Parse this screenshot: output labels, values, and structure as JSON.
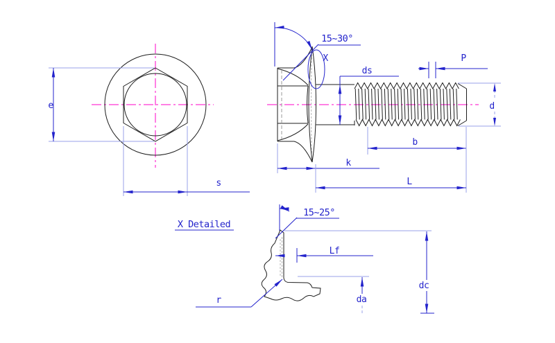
{
  "drawing": {
    "kind": "engineering-drawing",
    "subject": "hex-flange-bolt",
    "views": [
      "front-view",
      "side-view",
      "flange-detail-view"
    ]
  },
  "labels": {
    "front": {
      "corner_width": "e",
      "across_flats": "s"
    },
    "side": {
      "flange_cone_angle": "15~30°",
      "detail_mark": "X",
      "shank_diameter": "ds",
      "thread_pitch": "P",
      "thread_diameter": "d",
      "thread_length": "b",
      "head_height": "k",
      "bolt_length": "L"
    },
    "detail": {
      "title": "X Detailed",
      "flange_edge_angle": "15~25°",
      "flange_land": "Lf",
      "fillet_radius": "r",
      "transition_diameter": "da",
      "flange_diameter": "dc"
    }
  },
  "colors": {
    "outline": "#1d1d1d",
    "dimension": "#2323cc",
    "dimension_light": "#9aa0e8",
    "centerline": "#ff00c8",
    "hidden_line": "#9a9a9a",
    "background": "#ffffff"
  }
}
